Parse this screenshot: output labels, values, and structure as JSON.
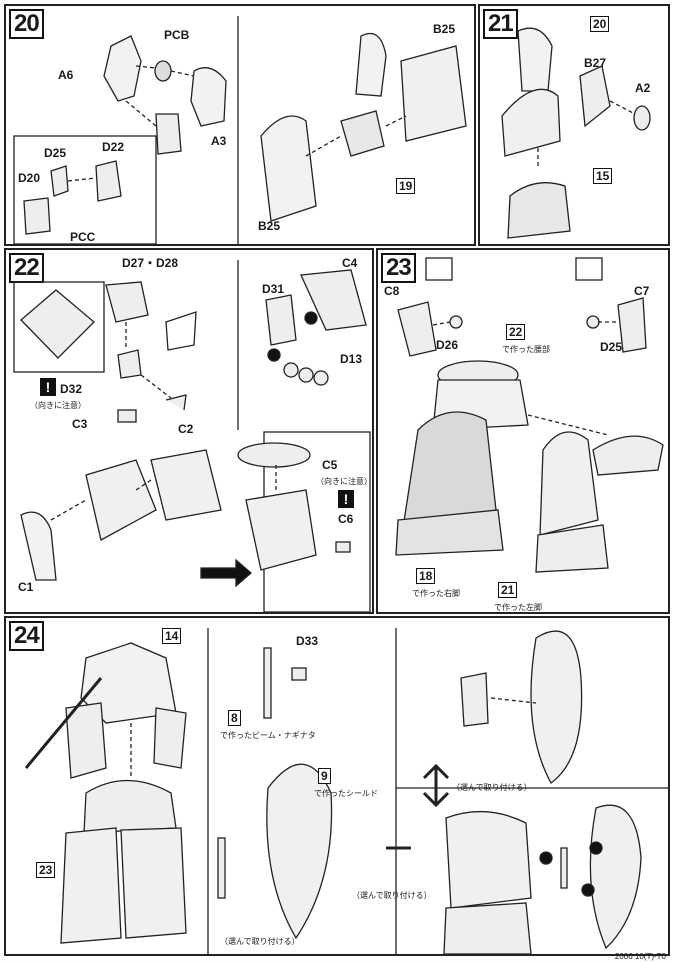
{
  "steps": {
    "s20": {
      "number": "20",
      "labels": {
        "a6": "A6",
        "pcb": "PCB",
        "a3": "A3",
        "d25": "D25",
        "d22": "D22",
        "d20": "D20",
        "pcc": "PCC",
        "b25top": "B25",
        "b25bot": "B25",
        "ref19": "19"
      }
    },
    "s21": {
      "number": "21",
      "labels": {
        "ref20": "20",
        "b27": "B27",
        "a2": "A2",
        "ref15": "15"
      }
    },
    "s22": {
      "number": "22",
      "labels": {
        "d27d28": "D27・D28",
        "d32": "D32",
        "c3": "C3",
        "c2": "C2",
        "c1": "C1",
        "d31": "D31",
        "c4": "C4",
        "d13": "D13",
        "c5": "C5",
        "c6": "C6",
        "caution1": "（向きに注意）",
        "caution2": "（向きに注意）"
      }
    },
    "s23": {
      "number": "23",
      "labels": {
        "c8": "C8",
        "d26": "D26",
        "c7": "C7",
        "d25": "D25",
        "ref22": "22",
        "made22": "で作った腰部",
        "ref18": "18",
        "made18": "で作った右脚",
        "ref21": "21",
        "made21": "で作った左脚"
      }
    },
    "s24": {
      "number": "24",
      "labels": {
        "ref14": "14",
        "ref23": "23",
        "d33": "D33",
        "ref8": "8",
        "made8": "で作ったビーム・ナギナタ",
        "ref9": "9",
        "made9": "で作ったシールド",
        "select1": "（選んで取り付ける）",
        "select2": "（選んで取り付ける）",
        "select3": "（選んで取り付ける）"
      }
    }
  },
  "footer": "2006 10(T)-T0"
}
